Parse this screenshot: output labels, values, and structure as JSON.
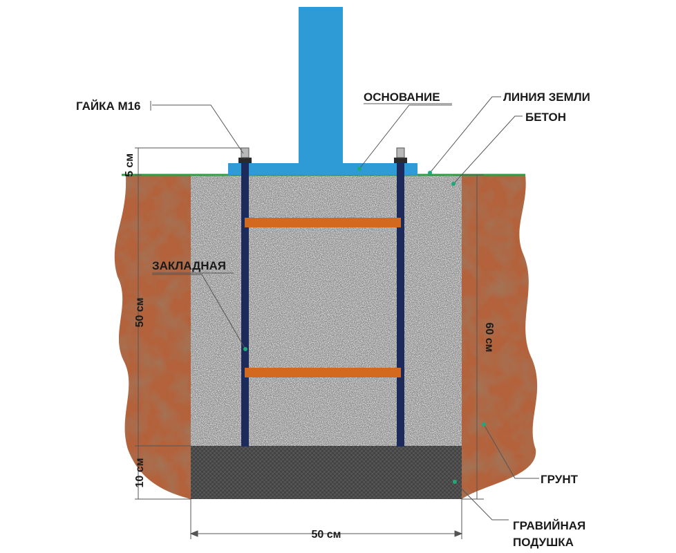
{
  "labels": {
    "nut": "ГАЙКА М16",
    "base": "ОСНОВАНИЕ",
    "ground_line": "ЛИНИЯ ЗЕМЛИ",
    "concrete": "БЕТОН",
    "embed": "ЗАКЛАДНАЯ",
    "soil": "ГРУНТ",
    "gravel_line1": "ГРАВИЙНАЯ",
    "gravel_line2": "ПОДУШКА"
  },
  "dimensions": {
    "top_5cm": "5 см",
    "concrete_50cm": "50 см",
    "gravel_10cm": "10 см",
    "depth_60cm": "60 см",
    "width_50cm": "50 см"
  },
  "colors": {
    "post": "#2e9bd6",
    "ground_line": "#2f9e44",
    "soil": "#b4623a",
    "concrete": "#8e8e8e",
    "gravel": "#4a4a4a",
    "rod": "#1d2a5c",
    "crossbar": "#d2691e",
    "leader_dot": "#1fa97a"
  }
}
